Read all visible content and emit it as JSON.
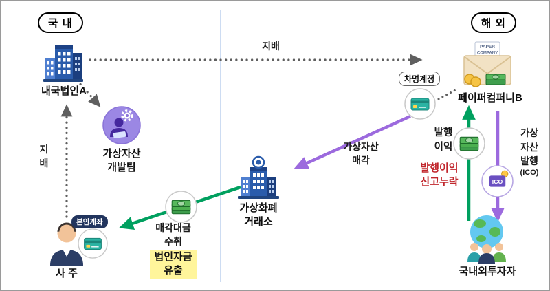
{
  "regions": {
    "domestic": "국 내",
    "overseas": "해 외"
  },
  "nodes": {
    "corp_a": {
      "label": "내국법인A"
    },
    "dev_team": {
      "label": "가상자산\n개발팀"
    },
    "owner": {
      "label": "사 주",
      "account_badge": "본인계좌"
    },
    "exchange": {
      "label": "가상화폐\n거래소"
    },
    "paper_company": {
      "label": "페이퍼컴퍼니B",
      "stamp_line1": "PAPER",
      "stamp_line2": "COMPANY"
    },
    "borrowed_account": {
      "label": "차명계정"
    },
    "investors": {
      "label": "국내외투자자"
    }
  },
  "labels": {
    "control_top": "지배",
    "control_left": "지\n배",
    "sale": "가상자산\n매각",
    "proceeds": "매각대금\n수취",
    "proceeds_warning": "법인자금\n유출",
    "issue_profit": "발행\n이익",
    "issue_warning": "발행이익\n신고누락",
    "ico_flow": "가상\n자산\n발행",
    "ico_sub": "(ICO)",
    "ico_icon": "ICO"
  },
  "colors": {
    "green_arrow": "#00a05f",
    "purple_arrow": "#9c6ade",
    "gray_arrow": "#5f5f5f",
    "highlight_yellow": "#fff59b",
    "warning_red": "#c1272d",
    "building_blue": "#2a5cab",
    "divider_blue": "#cddcf2"
  }
}
